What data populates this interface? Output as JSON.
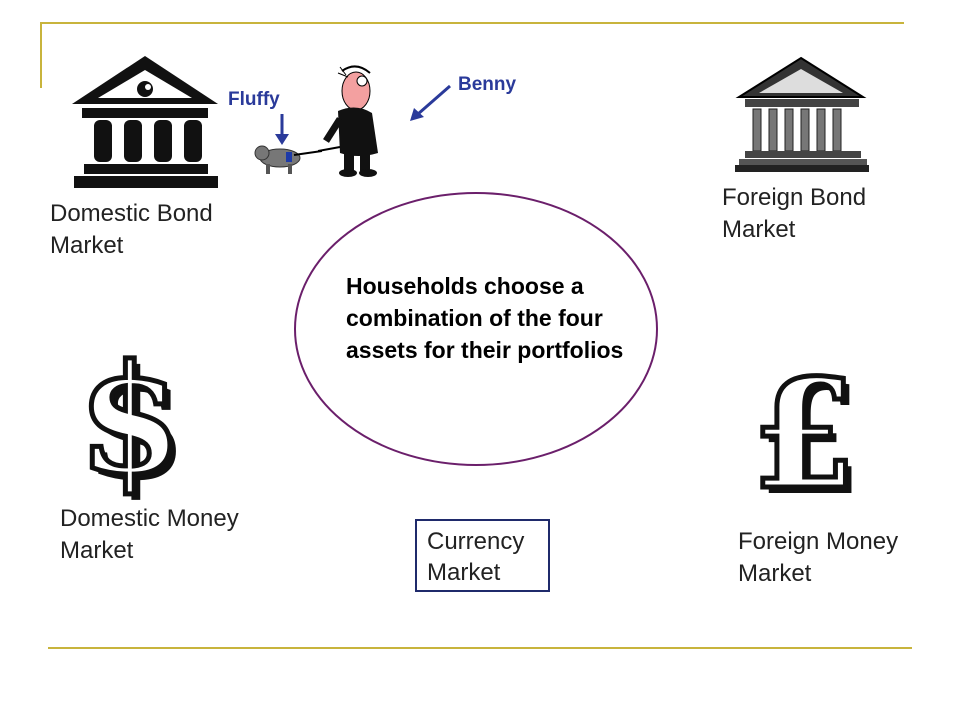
{
  "labels": {
    "domestic_bond": "Domestic Bond Market",
    "foreign_bond": "Foreign Bond Market",
    "domestic_money": "Domestic Money Market",
    "foreign_money": "Foreign Money Market",
    "currency_market": "Currency Market",
    "center": "Households choose a combination of the four assets for their portfolios"
  },
  "characters": {
    "dog": "Fluffy",
    "man": "Benny"
  },
  "colors": {
    "accent_line": "#c8b43c",
    "ellipse": "#6b1f6b",
    "label_blue": "#2a3a9a",
    "box_border": "#1f2a6b"
  },
  "icons": {
    "domestic_bond": "bank-building-icon",
    "foreign_bond": "classical-building-icon",
    "domestic_money": "dollar-sign-icon",
    "foreign_money": "pound-sign-icon",
    "dog": "dog-icon",
    "man": "man-walking-icon"
  }
}
